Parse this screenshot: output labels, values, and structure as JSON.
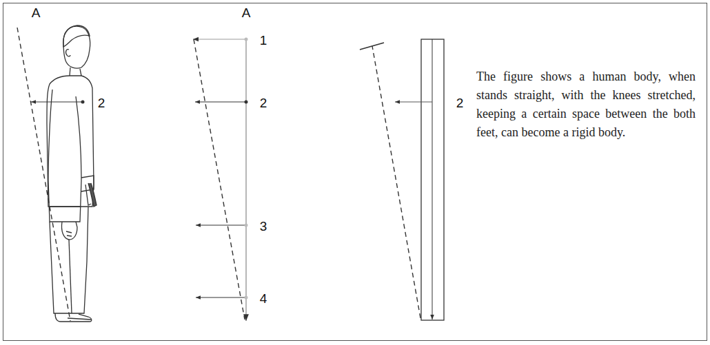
{
  "diagram": {
    "labels": [
      "A",
      "2",
      "A",
      "1",
      "2",
      "3",
      "4",
      "2",
      "The figure shows a human body, when stands straight, with the knees stretched, keeping a certain space between the both feet, can become a rigid body."
    ]
  }
}
